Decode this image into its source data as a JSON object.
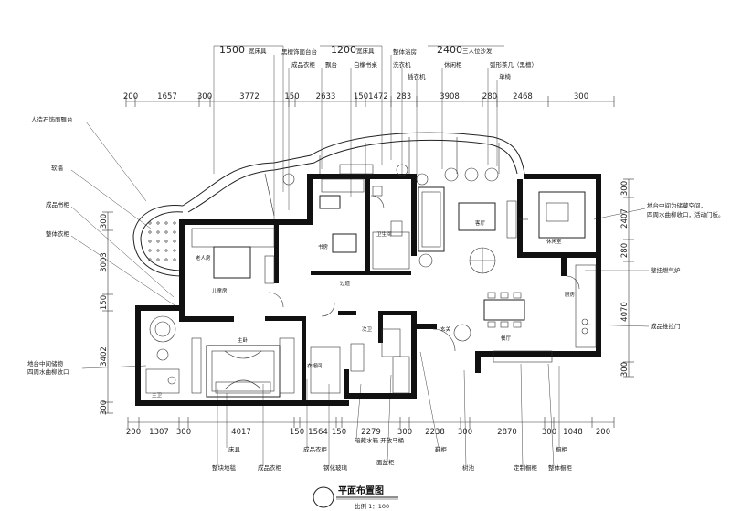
{
  "plan": {
    "title": "平面布置图",
    "scale": "比例 1：100"
  },
  "top_dims_major": [
    "1500",
    "1200",
    "2400"
  ],
  "top_dims_major_suffix": [
    "宽床具",
    "宽床具",
    "三人位沙发"
  ],
  "top_dims_row": [
    "200",
    "1657",
    "300",
    "3772",
    "150",
    "2633",
    "150",
    "1472",
    "283",
    "3908",
    "280",
    "2468",
    "300"
  ],
  "bottom_dims_row": [
    "200",
    "1307",
    "300",
    "4017",
    "150",
    "1564",
    "150",
    "2279",
    "300",
    "2238",
    "300",
    "2870",
    "300",
    "1048",
    "200"
  ],
  "left_dims": [
    "300",
    "3003",
    "150",
    "3402",
    "300"
  ],
  "right_dims": [
    "300",
    "2407",
    "280",
    "4070",
    "300"
  ],
  "top_labels": [
    "黑檀饰面台台",
    "成品衣柜",
    "飘台",
    "白橡书桌",
    "整体浴房",
    "洗衣机",
    "插衣机",
    "弧形茶几（黑檀）",
    "单椅",
    "休闲柜"
  ],
  "left_labels": [
    "人造石饰面飘台",
    "软墙",
    "成品书柜",
    "整体衣柜",
    "地台中间储物\n四周水曲柳收口"
  ],
  "right_labels": [
    "地台中间为储藏空间，\n四周水曲柳收口，活动门板。",
    "壁挂燃气炉",
    "成品推拉门"
  ],
  "bottom_labels": [
    "床具",
    "整块地毯",
    "成品衣柜",
    "成品衣柜",
    "钢化玻璃",
    "暗藏水箱\n开放马桶",
    "面盆柜",
    "鞋柜",
    "树池",
    "定制橱柜",
    "橱柜",
    "整体橱柜"
  ],
  "rooms": [
    "客厅",
    "主卧",
    "儿童房",
    "书房",
    "卫生间",
    "主卫",
    "厨房",
    "餐厅",
    "次卫",
    "过道",
    "玄关",
    "老人房",
    "衣帽间",
    "休闲室"
  ]
}
